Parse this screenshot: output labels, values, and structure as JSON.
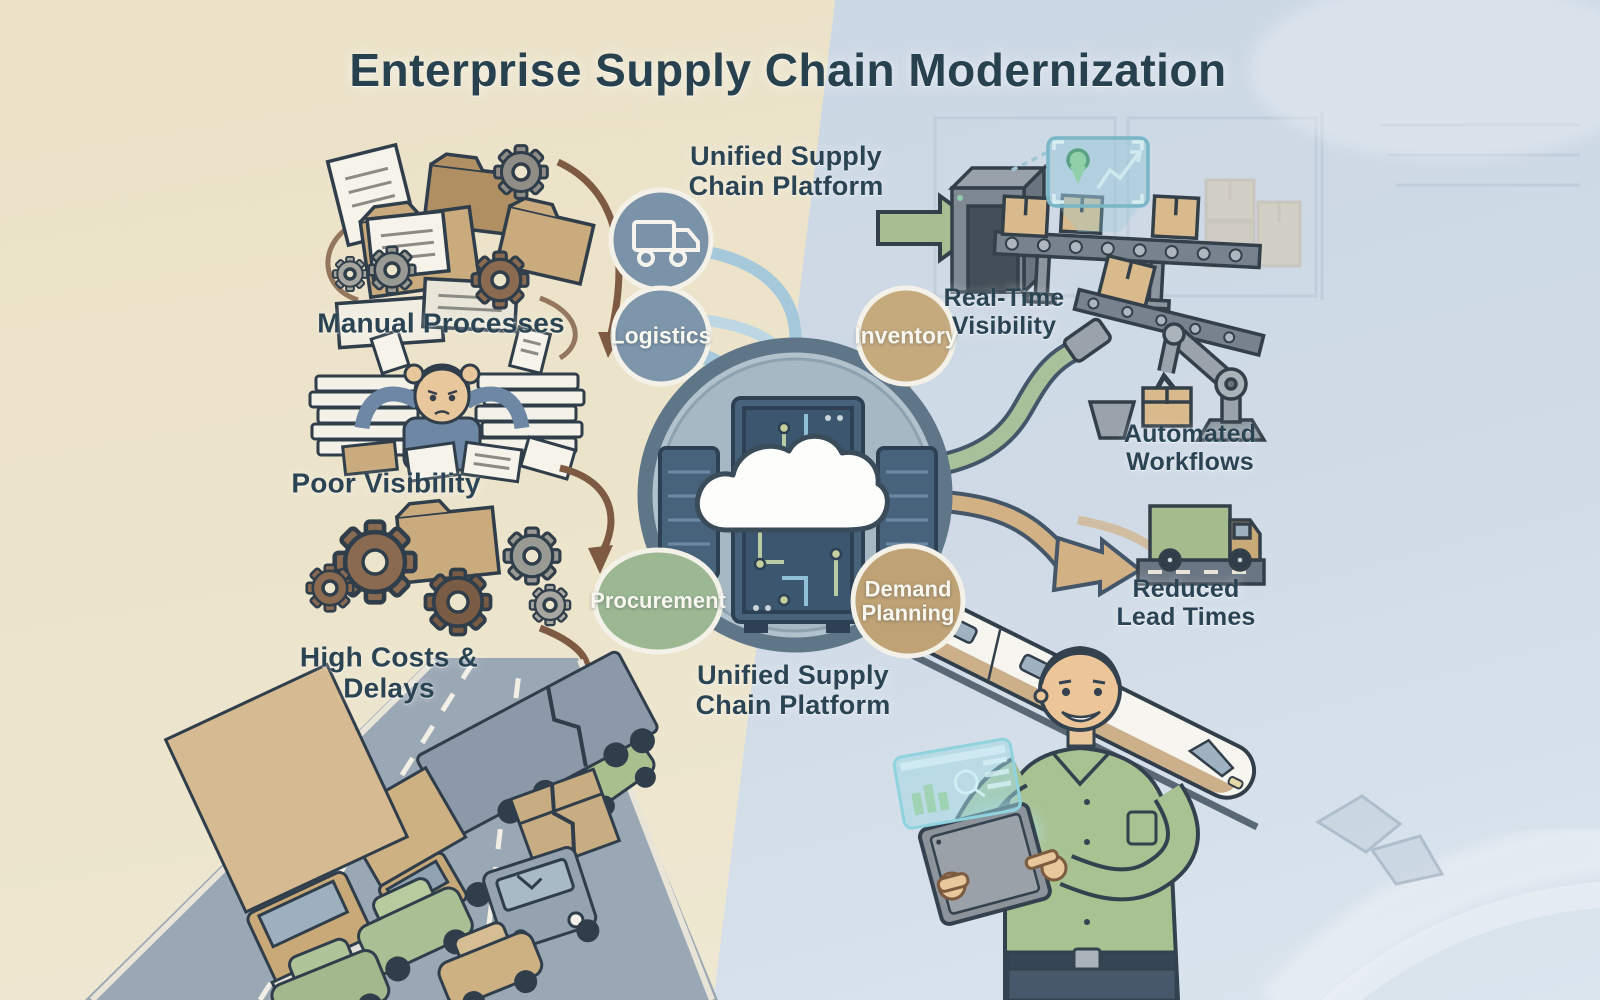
{
  "title": "Enterprise Supply Chain Modernization",
  "palette": {
    "legacy_background": "#ece4cb",
    "modern_background": "#cfdae6",
    "ink": "#2b4454",
    "logistics_blue": "#7e96ab",
    "inventory_tan": "#c5aa7e",
    "procurement_green": "#9cb893",
    "demand_tan": "#bfa275",
    "benefit_green": "#a9bd92",
    "pipe_tan": "#d2b185",
    "rust_brown": "#7d5a41"
  },
  "problems": {
    "items": [
      {
        "label": "Manual Processes",
        "icon": "documents-gears-pile-icon"
      },
      {
        "label": "Poor Visibility",
        "icon": "stressed-worker-icon"
      },
      {
        "label": "High Costs & Delays",
        "icon": "rusty-gears-folder-icon"
      }
    ],
    "scene": "congested-highway-traffic-jam"
  },
  "platform": {
    "label_top": "Unified Supply Chain Platform",
    "label_bottom": "Unified Supply Chain Platform",
    "hub_icons": [
      "cloud-icon",
      "server-rack-icon",
      "circuit-traces-icon",
      "delivery-truck-icon"
    ],
    "modules": [
      {
        "label": "Logistics",
        "color": "#7e96ab"
      },
      {
        "label": "Inventory",
        "color": "#c5aa7e"
      },
      {
        "label": "Procurement",
        "color": "#9cb893"
      },
      {
        "label": "Demand Planning",
        "color": "#bfa275"
      }
    ]
  },
  "benefits": {
    "items": [
      {
        "label": "Real-Time Visibility",
        "icon": "scanner-conveyor-icon"
      },
      {
        "label": "Automated Workflows",
        "icon": "robot-arm-icon"
      },
      {
        "label": "Reduced Lead Times",
        "icon": "delivery-truck-road-icon"
      }
    ],
    "scene": "modern-warehouse-train-manager-tablet"
  }
}
